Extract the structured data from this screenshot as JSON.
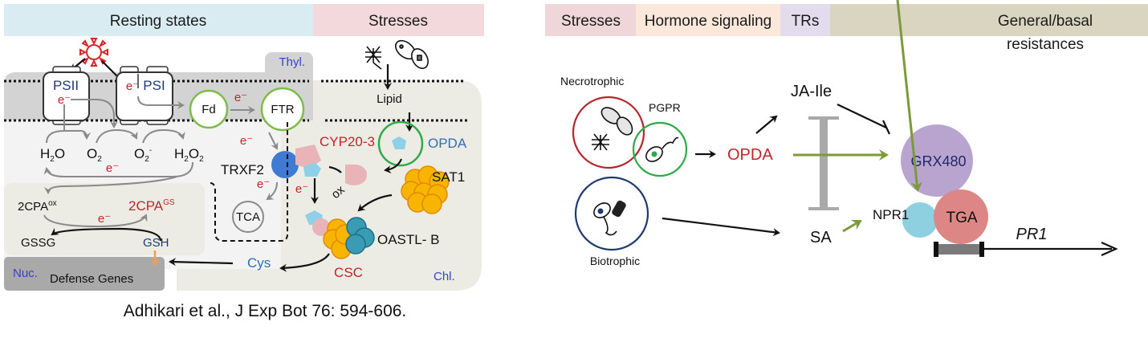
{
  "left_panel": {
    "headers": {
      "resting_states": "Resting states",
      "stresses": "Stresses"
    },
    "compartments": {
      "thylakoid": "Thyl.",
      "chloroplast": "Chl.",
      "nucleus": "Nuc."
    },
    "photosystems": {
      "psii": "PSII",
      "psi": "PSI",
      "electron": "e⁻"
    },
    "carriers": {
      "fd": "Fd",
      "ftr": "FTR",
      "trxf2": "TRXF2",
      "tca": "TCA",
      "cyp20_3": "CYP20-3",
      "ox": "ox",
      "electron": "e⁻"
    },
    "ros": {
      "h2o": "H",
      "h2o_sub": "2",
      "h2o_tail": "O",
      "o2": "O",
      "o2_sub": "2",
      "o2minus": "O",
      "o2minus_sub": "2",
      "o2minus_sup": "-",
      "h2o2_a": "H",
      "h2o2_sub1": "2",
      "h2o2_b": "O",
      "h2o2_sub2": "2"
    },
    "peroxiredoxin": {
      "ox_base": "2CPA",
      "ox_sup": "ox",
      "gs_base": "2CPA",
      "gs_sup": "GS",
      "gssg": "GSSG",
      "gsh": "GSH"
    },
    "stress_path": {
      "lipid": "Lipid",
      "opda": "OPDA",
      "sat1": "SAT1",
      "oastl_b": "OASTL- B",
      "csc": "CSC",
      "cys": "Cys"
    },
    "nucleus_label": "Defense Genes",
    "citation": "Adhikari et al., J Exp Bot 76: 594-606.",
    "colors": {
      "header_resting": "#d9ecf2",
      "header_stress": "#f3d9db",
      "thylakoid_gray": "#d3d3d3",
      "stroma": "#ecebe4",
      "nucleus_gray": "#a9a9a9",
      "accent_red": "#c0252b",
      "accent_blue": "#2f6fb5",
      "trxf2_blue": "#3f7bd2",
      "green_ring": "#7dbb4a",
      "opda_ring": "#2faa4a",
      "sat_orange": "#f7b500",
      "oastl_teal": "#3a9bb5",
      "cyp_pink": "#e9b4b8",
      "opda_cyan": "#8ed0e8"
    }
  },
  "right_panel": {
    "headers": {
      "stresses": "Stresses",
      "hormone": "Hormone signaling",
      "trs": "TRs",
      "general_line1": "General/basal",
      "general_line2": "resistances"
    },
    "pathogens": {
      "necrotrophic": "Necrotrophic",
      "pgpr": "PGPR",
      "biotrophic": "Biotrophic"
    },
    "hormones": {
      "ja_ile": "JA-Ile",
      "opda": "OPDA",
      "sa": "SA"
    },
    "regulators": {
      "grx480": "GRX480",
      "npr1": "NPR1",
      "tga": "TGA"
    },
    "gene": "PR1",
    "colors": {
      "header_stress": "#efd7d9",
      "header_hormone": "#fce8da",
      "header_trs": "#e2dcec",
      "header_general": "#dad5c1",
      "necro_ring": "#b3262c",
      "pgpr_ring": "#2faa4a",
      "bio_ring": "#1f3b6b",
      "opda_red": "#c0252b",
      "green_arrow": "#7c9a3a",
      "grx480": "#b8a4cf",
      "npr1": "#8ecfe0",
      "tga": "#dc8686",
      "gene_box": "#7a7a7a"
    }
  }
}
